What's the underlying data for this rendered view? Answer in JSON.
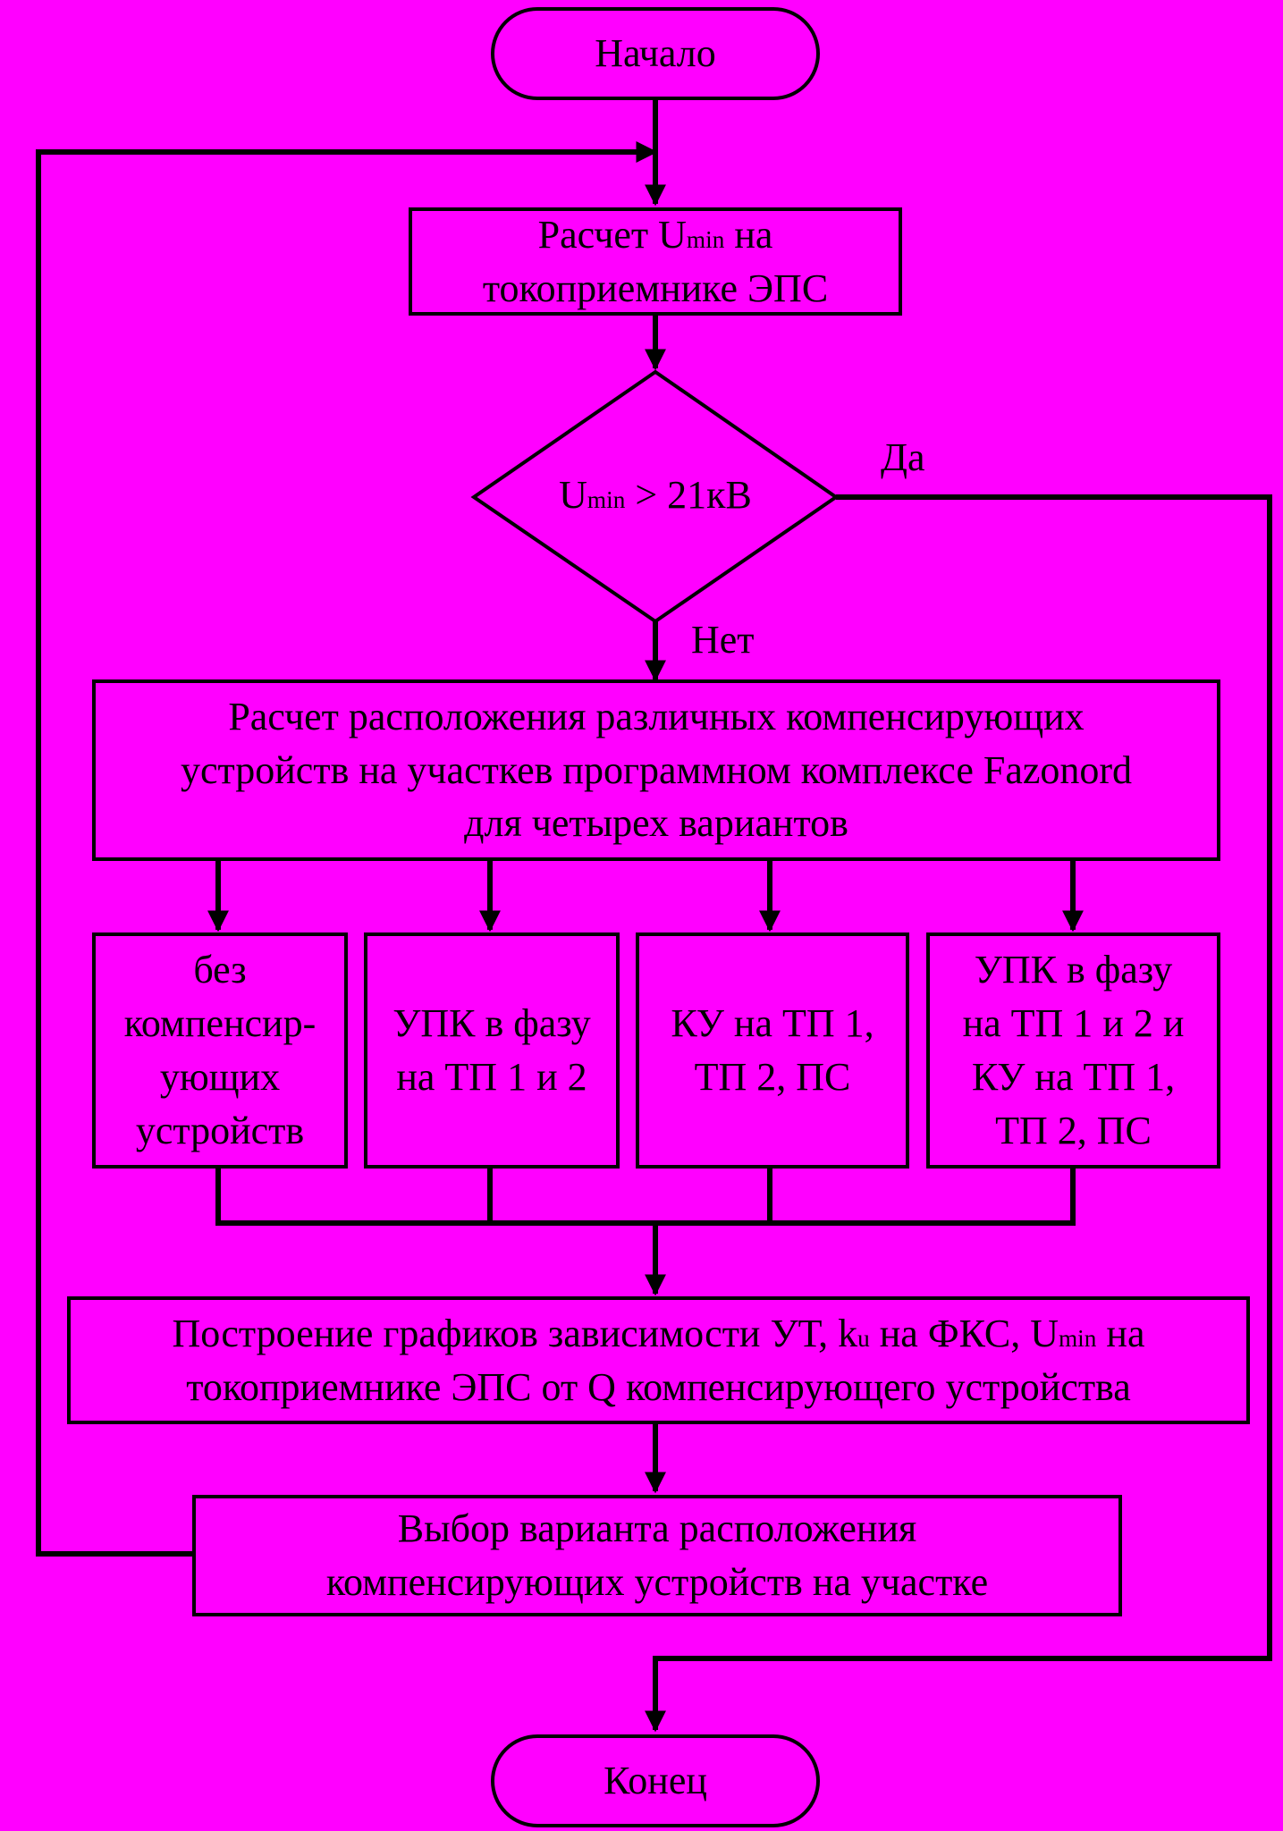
{
  "start": "Начало",
  "calc_umin": {
    "pre": "Расчет U",
    "sub": "min",
    "post": " на",
    "line2": "токоприемнике ЭПС"
  },
  "decision": {
    "pre": "U",
    "sub": "min",
    "post": " > 21кВ",
    "yes": "Да",
    "no": "Нет"
  },
  "placement_calc": {
    "line1": "Расчет расположения различных компенсирующих",
    "line2": "устройств на участкев программном комплексе Fazonord",
    "line3": "для четырех вариантов"
  },
  "variants": [
    {
      "lines": [
        "без",
        "компенсир-",
        "ующих",
        "устройств"
      ]
    },
    {
      "lines": [
        "УПК в фазу",
        "на ТП 1 и 2"
      ]
    },
    {
      "lines": [
        "КУ на ТП 1,",
        "ТП 2, ПС"
      ]
    },
    {
      "lines": [
        "УПК в фазу",
        "на ТП 1 и 2 и",
        "КУ на ТП 1,",
        "ТП 2, ПС"
      ]
    }
  ],
  "graphs": {
    "pre": "Построение графиков зависимости УТ, k",
    "sub1": "u",
    "mid": " на ФКС, U",
    "sub2": "min",
    "post": " на",
    "line2": "токоприемнике ЭПС от Q компенсирующего устройства"
  },
  "choice": {
    "line1": "Выбор варианта расположения",
    "line2": "компенсирующих устройств на участке"
  },
  "end": "Конец",
  "colors": {
    "background": "#FF00FF",
    "stroke": "#000000"
  }
}
